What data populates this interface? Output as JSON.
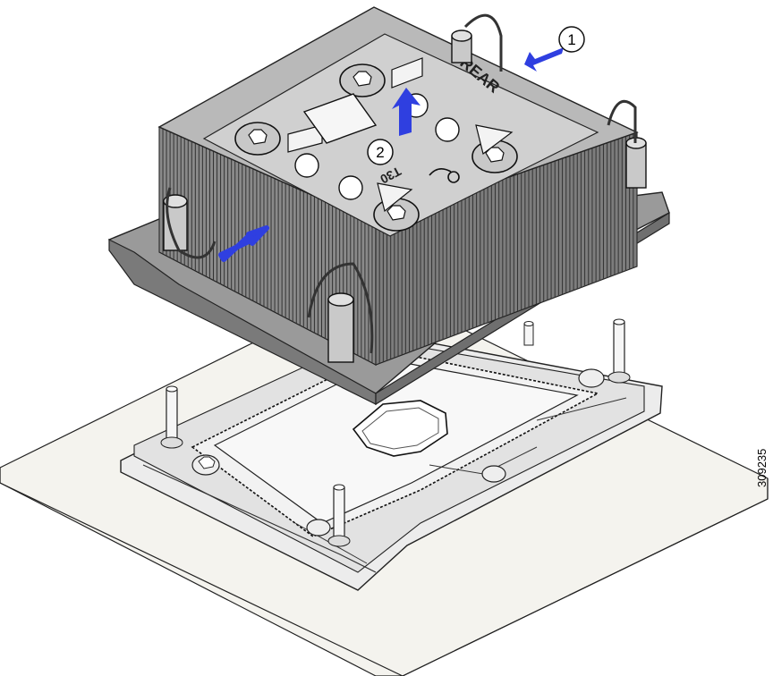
{
  "figure": {
    "figure_id": "309235",
    "colors": {
      "arrow": "#2f3fe0",
      "board": "#f4f3ee",
      "heatsink_top": "#b9b9b9",
      "heatsink_panel": "#d0d0d0",
      "fins": "#7a7a7a",
      "base_plate": "#9a9a9a",
      "socket": "#e9e9e9"
    },
    "callouts": [
      {
        "number": "1"
      },
      {
        "number": "2"
      }
    ],
    "heatsink_label": {
      "rear": "REAR",
      "t30": "T30"
    },
    "icons": [
      "arrow-icon",
      "torx-fastener-icon",
      "captive-screw-icon",
      "lock-icon"
    ]
  }
}
